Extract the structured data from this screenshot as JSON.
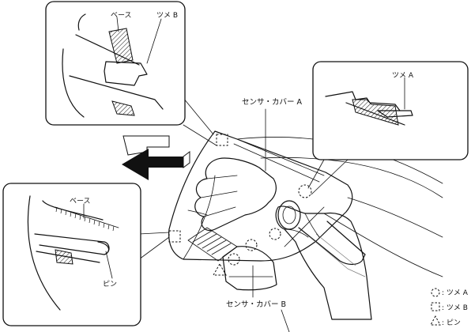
{
  "labels": {
    "base_top": "ベース",
    "claw_b_top": "ツメ B",
    "claw_a_right": "ツメ A",
    "sensor_cover_a": "センサ・カバー A",
    "base_left": "ベース",
    "pin_left": "ピン",
    "sensor_cover_b": "センサ・カバー B"
  },
  "legend": [
    {
      "symbol": "circle-dashed",
      "label": ": ツメ A"
    },
    {
      "symbol": "square-dashed",
      "label": ": ツメ B"
    },
    {
      "symbol": "triangle-dashed",
      "label": ": ピン"
    }
  ]
}
